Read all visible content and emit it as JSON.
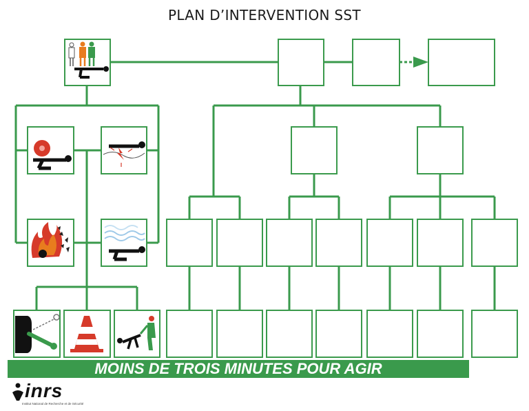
{
  "title": "PLAN D’INTERVENTION SST",
  "banner": "MOINS DE TROIS MINUTES POUR AGIR",
  "logo": {
    "word": "inrs",
    "subtitle": "Institut National de Recherche et de Sécurité"
  },
  "icons": {
    "witness": "witness-victim-icon",
    "bleeding": "bleeding-victim-icon",
    "electric": "electric-hazard-icon",
    "fire": "fire-explosion-icon",
    "gas": "toxic-gas-icon",
    "extraction": "victim-extraction-icon",
    "cone": "traffic-cone-icon",
    "drag": "rescue-drag-icon"
  },
  "colors": {
    "line": "#3a9a4c",
    "banner": "#3a9a4c",
    "red": "#d63a2a",
    "orange": "#e87c1e"
  }
}
